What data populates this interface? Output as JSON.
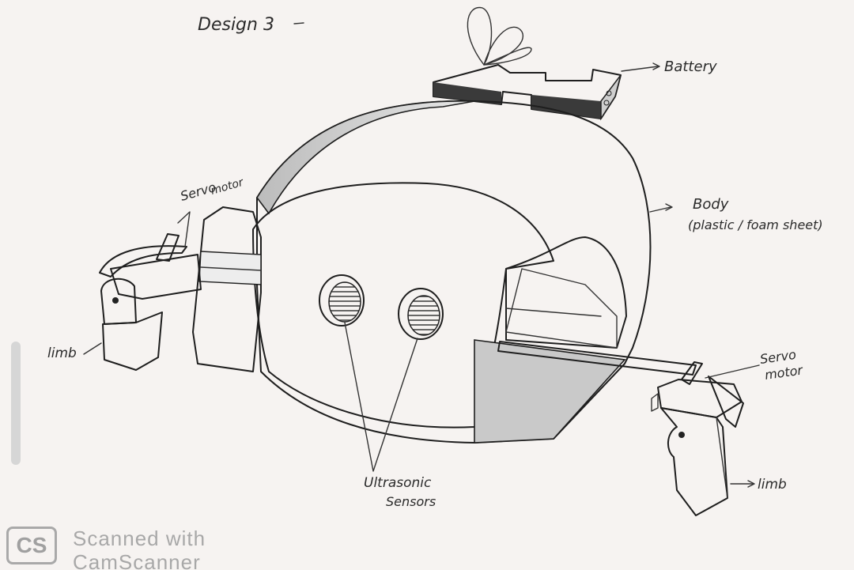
{
  "diagram": {
    "title": "Design 3",
    "labels": {
      "battery": "Battery",
      "body_line1": "Body",
      "body_line2": "(plastic / foam sheet)",
      "servo_left_line1": "Servo",
      "servo_left_line2": "motor",
      "servo_right_line1": "Servo",
      "servo_right_line2": "motor",
      "limb_left": "limb",
      "limb_right": "limb",
      "sensors_line1": "Ultrasonic",
      "sensors_line2": "Sensors"
    }
  },
  "watermark": {
    "logo": "CS",
    "line1": "Scanned with",
    "line2": "CamScanner"
  }
}
